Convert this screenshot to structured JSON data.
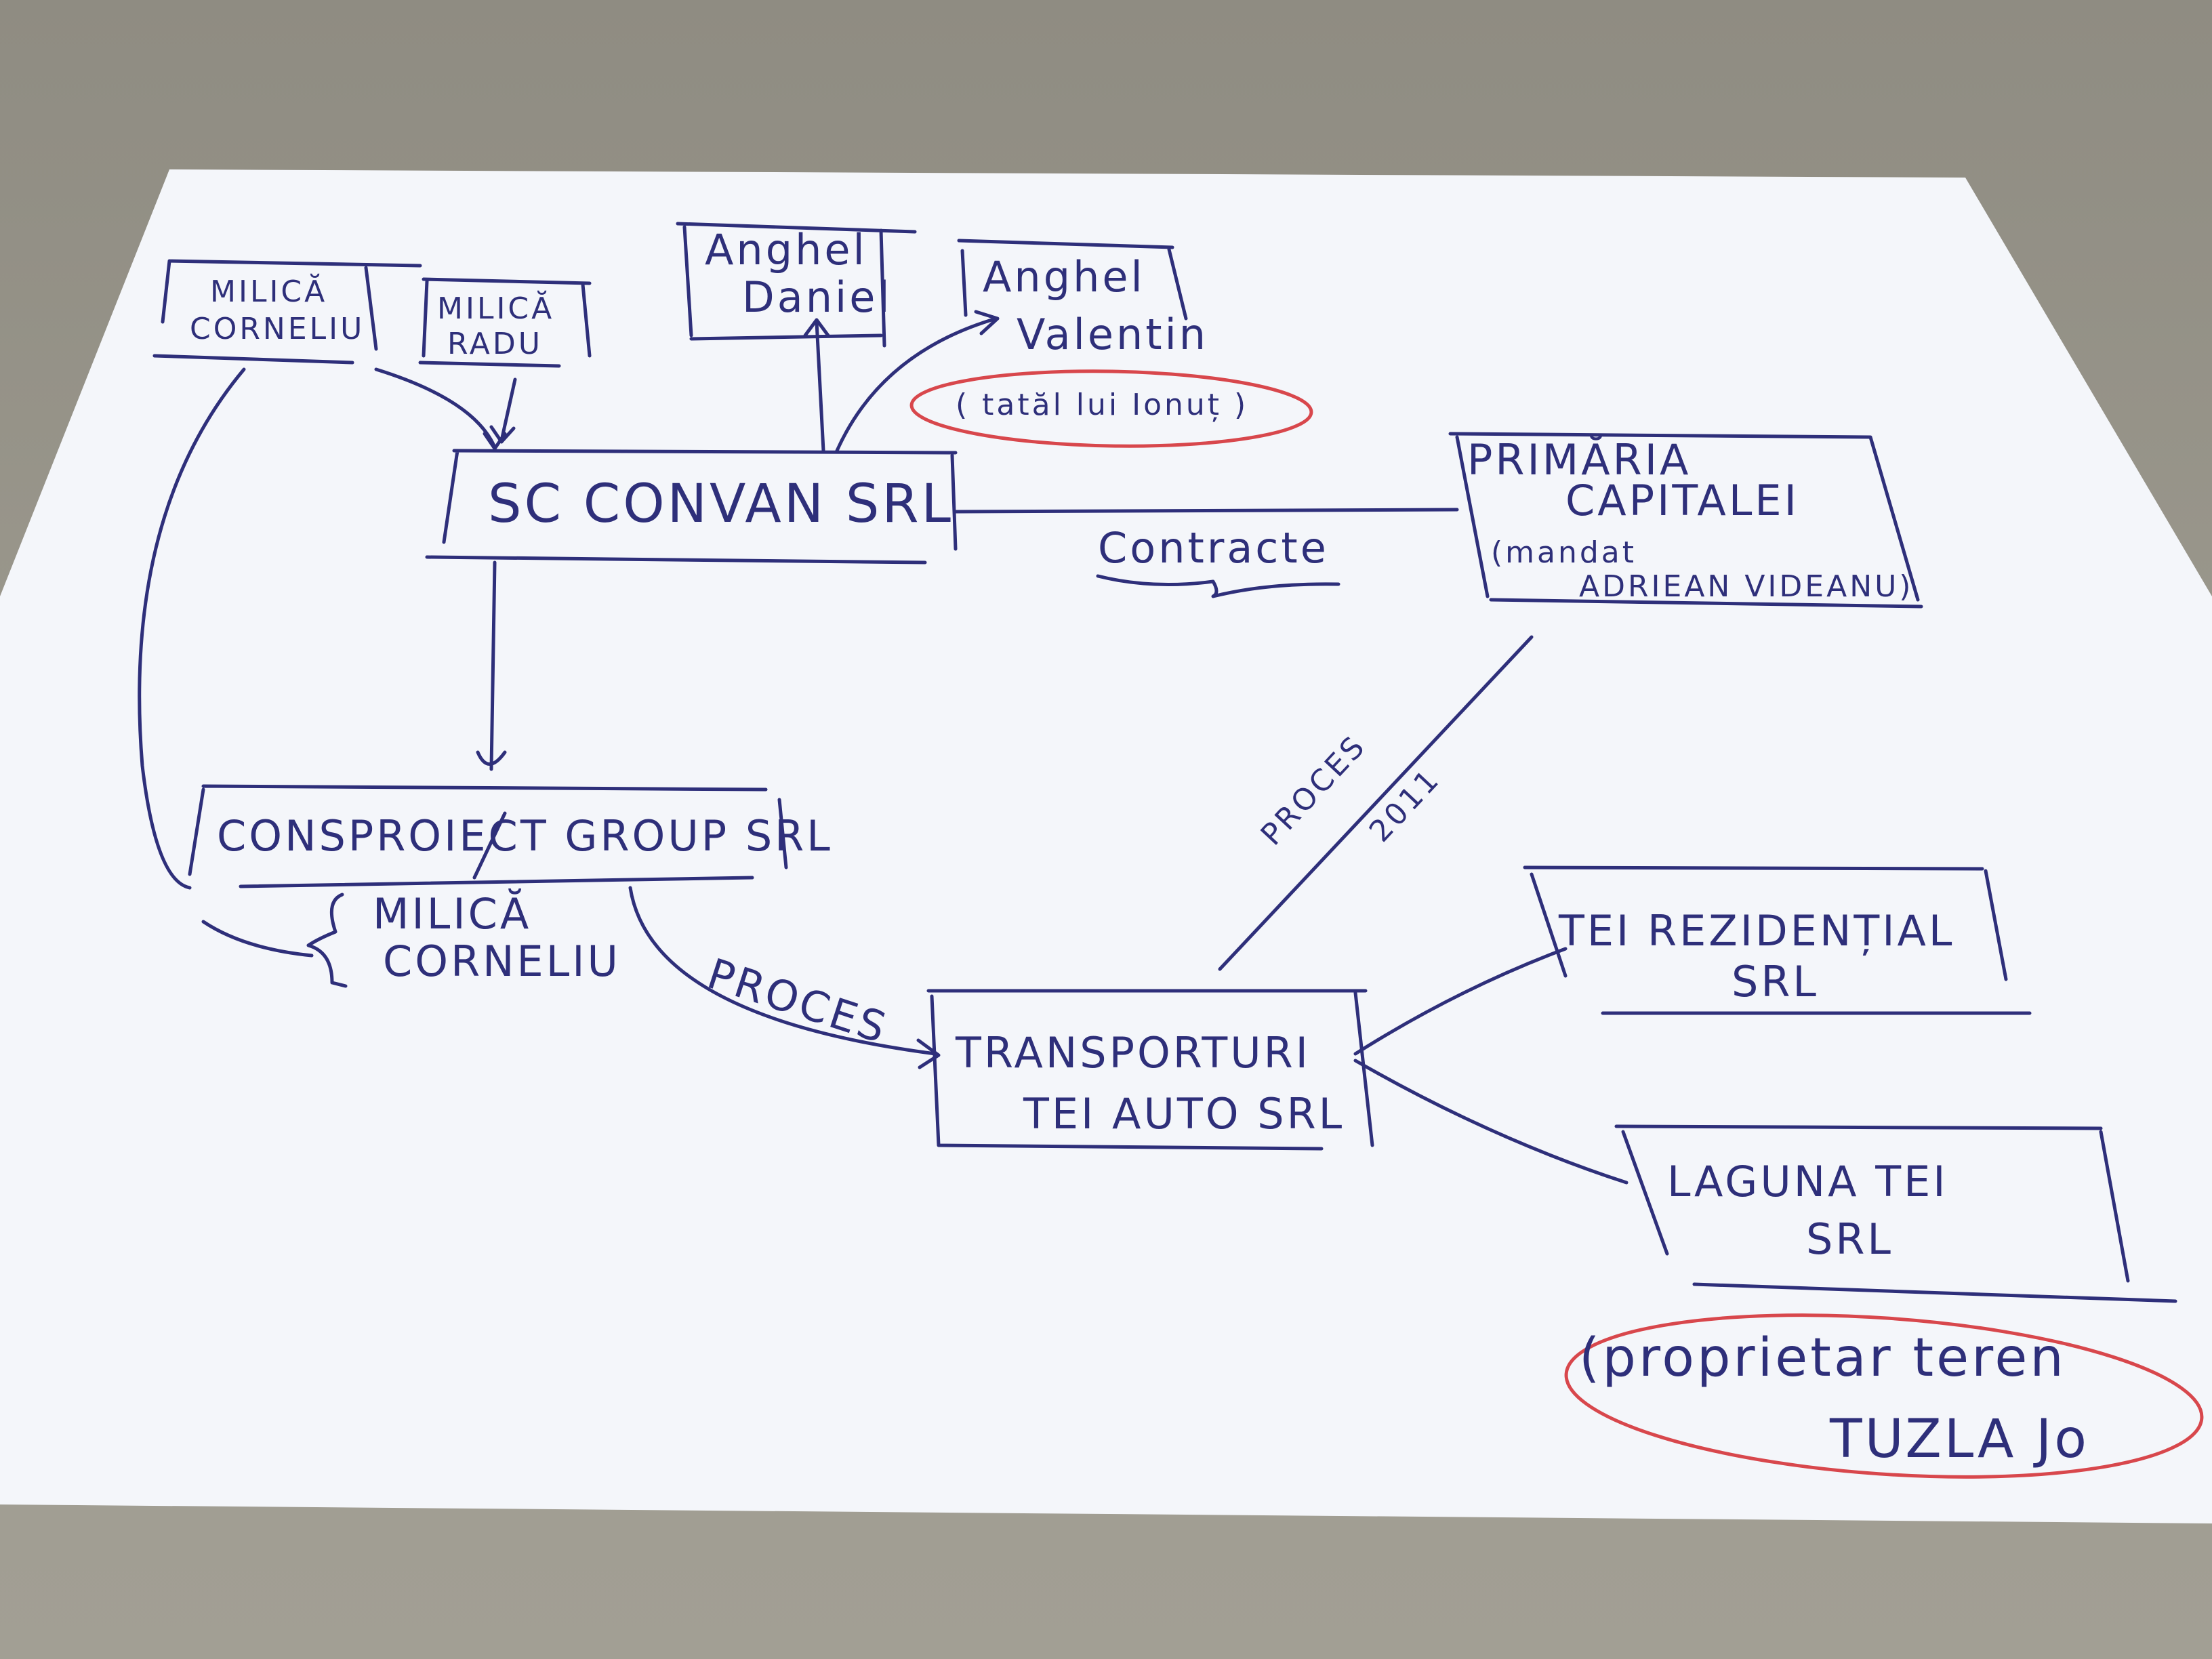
{
  "nodes": {
    "milica_corneliu": {
      "lines": [
        "MILICĂ",
        "CORNELIU"
      ]
    },
    "milica_radu": {
      "lines": [
        "MILICĂ",
        "RADU"
      ]
    },
    "anghel_daniel": {
      "lines": [
        "Anghel",
        "Daniel"
      ]
    },
    "anghel_valentin": {
      "lines": [
        "Anghel",
        "Valentin"
      ]
    },
    "anghel_valentin_note": "( tatăl lui Ionuț )",
    "sc_convan": "SC CONVAN SRL",
    "primaria": {
      "lines": [
        "PRIMĂRIA",
        "CAPITALEI",
        "(mandat",
        "ADRIEAN VIDEANU)"
      ]
    },
    "consproiect": "CONSPROIECT GROUP SRL",
    "consproiect_owner": {
      "lines": [
        "MILICĂ",
        "CORNELIU"
      ]
    },
    "transporturi": {
      "lines": [
        "TRANSPORTURI",
        "TEI AUTO SRL"
      ]
    },
    "tei_rezidential": {
      "lines": [
        "TEI REZIDENȚIAL",
        "SRL"
      ]
    },
    "laguna_tei": {
      "lines": [
        "LAGUNA TEI",
        "SRL"
      ]
    },
    "laguna_note": {
      "lines": [
        "(proprietar teren",
        "TUZLA Jo"
      ]
    }
  },
  "edges": {
    "contracte": "Contracte",
    "proces_left": "PROCES",
    "proces_right": "PROCES",
    "proces_year": "2011"
  },
  "colors": {
    "ink": "#2e2f7a",
    "highlight": "#d8474c",
    "paper": "#f6f8fb"
  }
}
